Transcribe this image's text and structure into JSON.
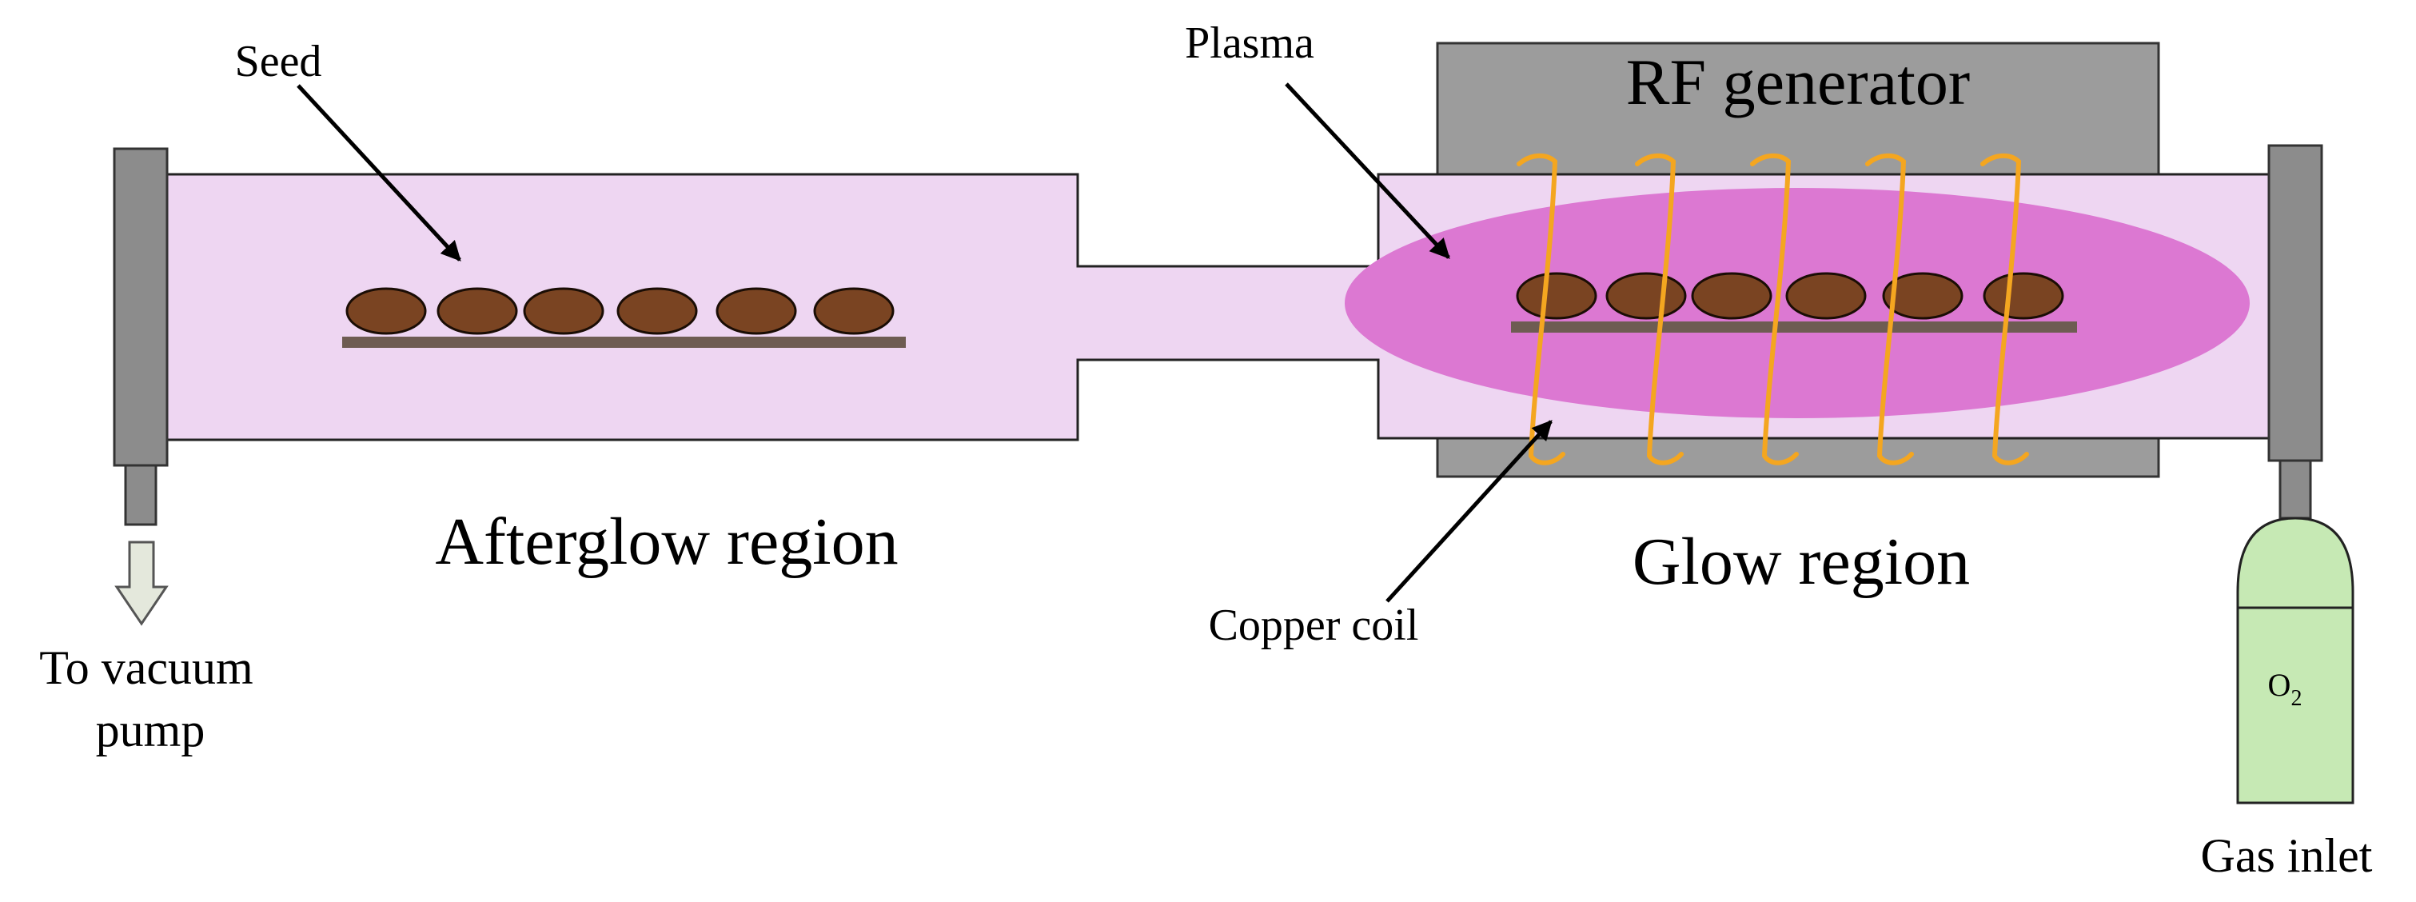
{
  "labels": {
    "seed": "Seed",
    "plasma": "Plasma",
    "rf_generator": "RF generator",
    "afterglow_region": "Afterglow region",
    "glow_region": "Glow region",
    "copper_coil": "Copper coil",
    "vacuum_line1": "To vacuum",
    "vacuum_line2": "pump",
    "gas_inlet": "Gas inlet",
    "o2_main": "O",
    "o2_sub": "2"
  },
  "colors": {
    "tube_fill": "#eed6f2",
    "plasma_fill": "#dc78d2",
    "rf_box": "#9c9c9c",
    "flange": "#8c8c8c",
    "seed": "#7a4422",
    "tray": "#6e5c52",
    "coil": "#f4a620",
    "cylinder": "#c6e9b4",
    "vacuum_arrow": "#e4e8dc"
  },
  "afterglow_seed_count": 6,
  "glow_seed_count": 6,
  "coil_turn_count": 5
}
